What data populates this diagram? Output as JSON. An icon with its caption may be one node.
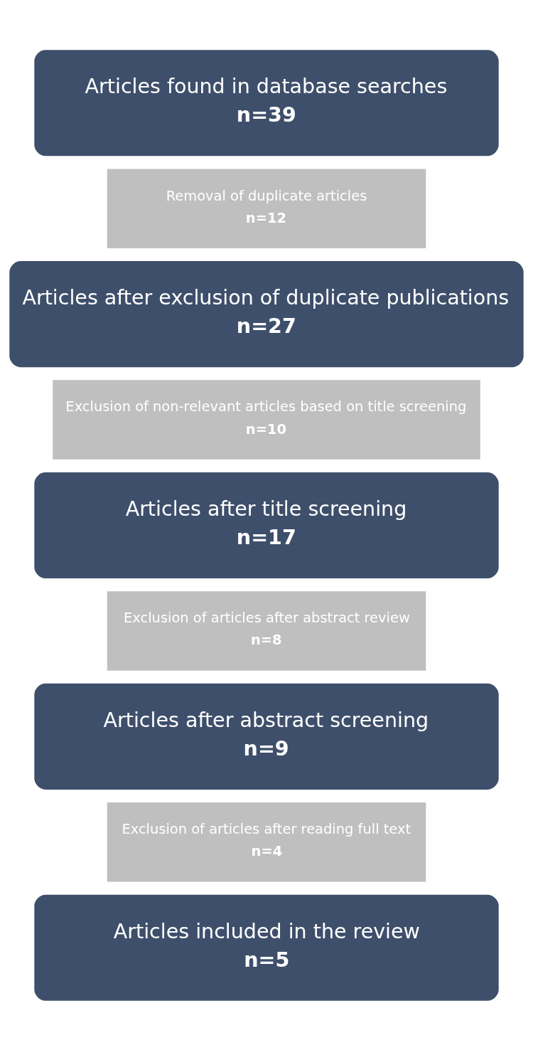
{
  "diagram": {
    "nodes": [
      {
        "text": [
          "Articles found in database searches",
          "n=39"
        ]
      },
      {
        "text": [
          "Removal of duplicate articles",
          "n=12"
        ]
      },
      {
        "text": [
          "Articles after exclusion of duplicate publications",
          "n=27"
        ]
      },
      {
        "text": [
          "Exclusion of non-relevant articles based on title screening",
          "n=10"
        ]
      },
      {
        "text": [
          "Articles after title screening",
          "n=17"
        ]
      },
      {
        "text": [
          "Exclusion of articles after abstract review",
          "n=8"
        ]
      },
      {
        "text": [
          "Articles after abstract screening",
          "n=9"
        ]
      },
      {
        "text": [
          "Exclusion of articles after reading full text",
          "n=4"
        ]
      },
      {
        "text": [
          "Articles included in the review",
          "n=5"
        ]
      }
    ]
  }
}
